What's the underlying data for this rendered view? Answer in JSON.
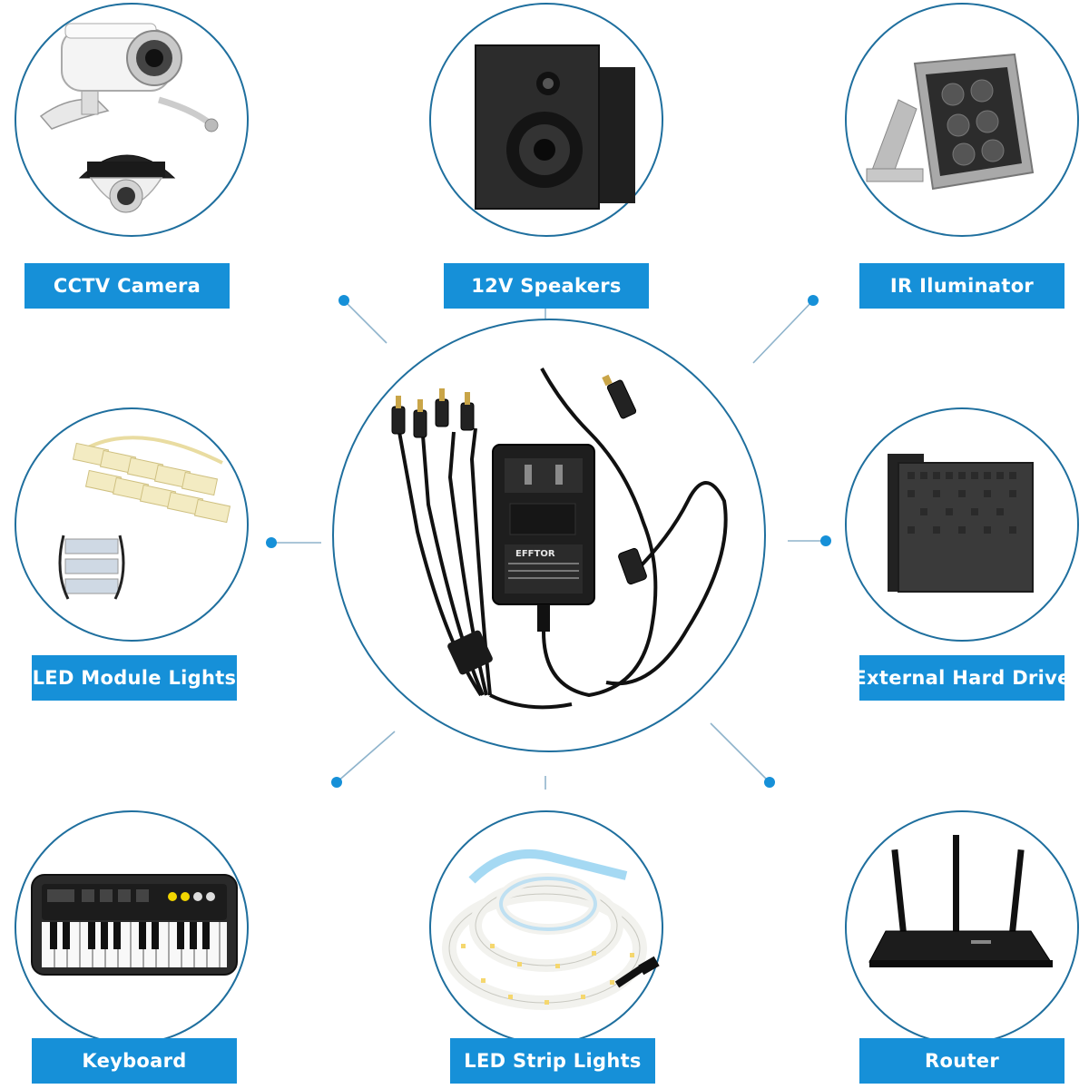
{
  "labels": {
    "cctv_camera": "CCTV Camera",
    "speakers": "12V Speakers",
    "ir_illuminator": "IR Iluminator",
    "led_module_lights": "LED Module Lights",
    "external_hard_drive": "External Hard Drive",
    "keyboard": "Keyboard",
    "led_strip_lights": "LED Strip Lights",
    "router": "Router"
  },
  "adapter_brand": "EFFTOR",
  "colors": {
    "accent": "#1690d8",
    "circle_border": "#1f6f9e",
    "connector_line": "#8fb4cc",
    "dot": "#1690d8"
  },
  "icons": [
    "cctv-camera-icon",
    "speaker-icon",
    "ir-illuminator-icon",
    "led-module-icon",
    "hard-drive-icon",
    "power-adapter-icon",
    "keyboard-icon",
    "led-strip-icon",
    "router-icon"
  ]
}
